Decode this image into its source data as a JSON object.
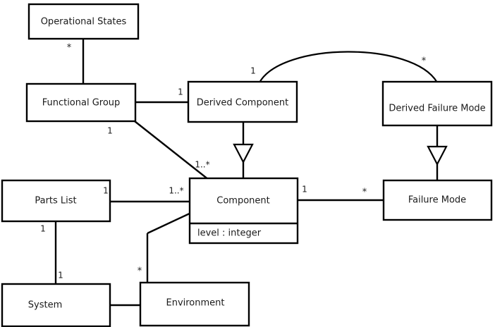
{
  "diagram": {
    "kind": "uml-class-diagram",
    "background_color": "#ffffff",
    "line_color": "#000000",
    "text_color": "#1a1a1a",
    "classes": [
      {
        "id": "operational-states",
        "name": "Operational States",
        "attributes": []
      },
      {
        "id": "functional-group",
        "name": "Functional Group",
        "attributes": []
      },
      {
        "id": "derived-component",
        "name": "Derived Component",
        "attributes": []
      },
      {
        "id": "derived-failure-mode",
        "name": "Derived Failure Mode",
        "attributes": []
      },
      {
        "id": "parts-list",
        "name": "Parts List",
        "attributes": []
      },
      {
        "id": "component",
        "name": "Component",
        "attributes": [
          "level : integer"
        ]
      },
      {
        "id": "failure-mode",
        "name": "Failure Mode",
        "attributes": []
      },
      {
        "id": "system",
        "name": "System",
        "attributes": []
      },
      {
        "id": "environment",
        "name": "Environment",
        "attributes": []
      }
    ],
    "class_labels": {
      "operational_states": "Operational States",
      "functional_group": "Functional Group",
      "derived_component": "Derived Component",
      "derived_failure_mode": "Derived Failure Mode",
      "parts_list": "Parts List",
      "component": "Component",
      "component_attr_level": "level : integer",
      "failure_mode": "Failure Mode",
      "system": "System",
      "environment": "Environment"
    },
    "multiplicities": {
      "opstates_to_fgroup": "*",
      "fgroup_to_dcomponent": "1",
      "fgroup_to_component": "1",
      "fgroup_component_far": "1..*",
      "dcomponent_to_dfm_near": "1",
      "dcomponent_to_dfm_far": "*",
      "partslist_to_component_near": "1",
      "partslist_to_component_far": "1..*",
      "partslist_to_system_near": "1",
      "partslist_to_system_far": "1",
      "component_to_failuremode_near": "1",
      "component_to_failuremode_far": "*",
      "environment_to_component": "*"
    },
    "relationships": [
      {
        "from": "operational-states",
        "to": "functional-group",
        "type": "association",
        "source_mult": "*",
        "target_mult": ""
      },
      {
        "from": "functional-group",
        "to": "derived-component",
        "type": "association",
        "source_mult": "",
        "target_mult": "1"
      },
      {
        "from": "functional-group",
        "to": "component",
        "type": "association",
        "source_mult": "1",
        "target_mult": "1..*"
      },
      {
        "from": "derived-component",
        "to": "derived-failure-mode",
        "type": "association",
        "source_mult": "1",
        "target_mult": "*"
      },
      {
        "from": "derived-component",
        "to": "component",
        "type": "generalization",
        "source_mult": "",
        "target_mult": ""
      },
      {
        "from": "derived-failure-mode",
        "to": "failure-mode",
        "type": "generalization",
        "source_mult": "",
        "target_mult": ""
      },
      {
        "from": "parts-list",
        "to": "component",
        "type": "association",
        "source_mult": "1",
        "target_mult": "1..*"
      },
      {
        "from": "parts-list",
        "to": "system",
        "type": "association",
        "source_mult": "1",
        "target_mult": "1"
      },
      {
        "from": "component",
        "to": "failure-mode",
        "type": "association",
        "source_mult": "1",
        "target_mult": "*"
      },
      {
        "from": "environment",
        "to": "component",
        "type": "association",
        "source_mult": "*",
        "target_mult": ""
      },
      {
        "from": "system",
        "to": "environment",
        "type": "association",
        "source_mult": "",
        "target_mult": ""
      }
    ]
  }
}
